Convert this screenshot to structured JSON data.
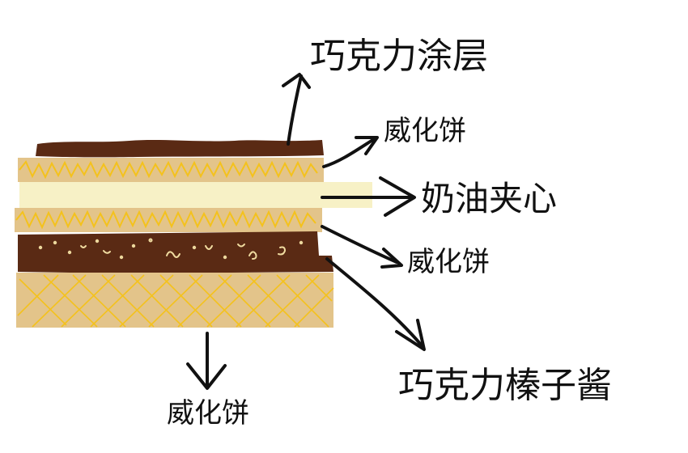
{
  "diagram": {
    "labels": {
      "chocolate_coating": "巧克力涂层",
      "wafer_top": "威化饼",
      "cream_filling": "奶油夹心",
      "wafer_middle": "威化饼",
      "hazelnut_spread": "巧克力榛子酱",
      "wafer_bottom": "威化饼"
    },
    "colors": {
      "chocolate": "#5a2a14",
      "wafer": "#e3c48a",
      "wafer_pattern": "#f4c21c",
      "cream": "#f7f1c6",
      "ink": "#111111"
    }
  }
}
